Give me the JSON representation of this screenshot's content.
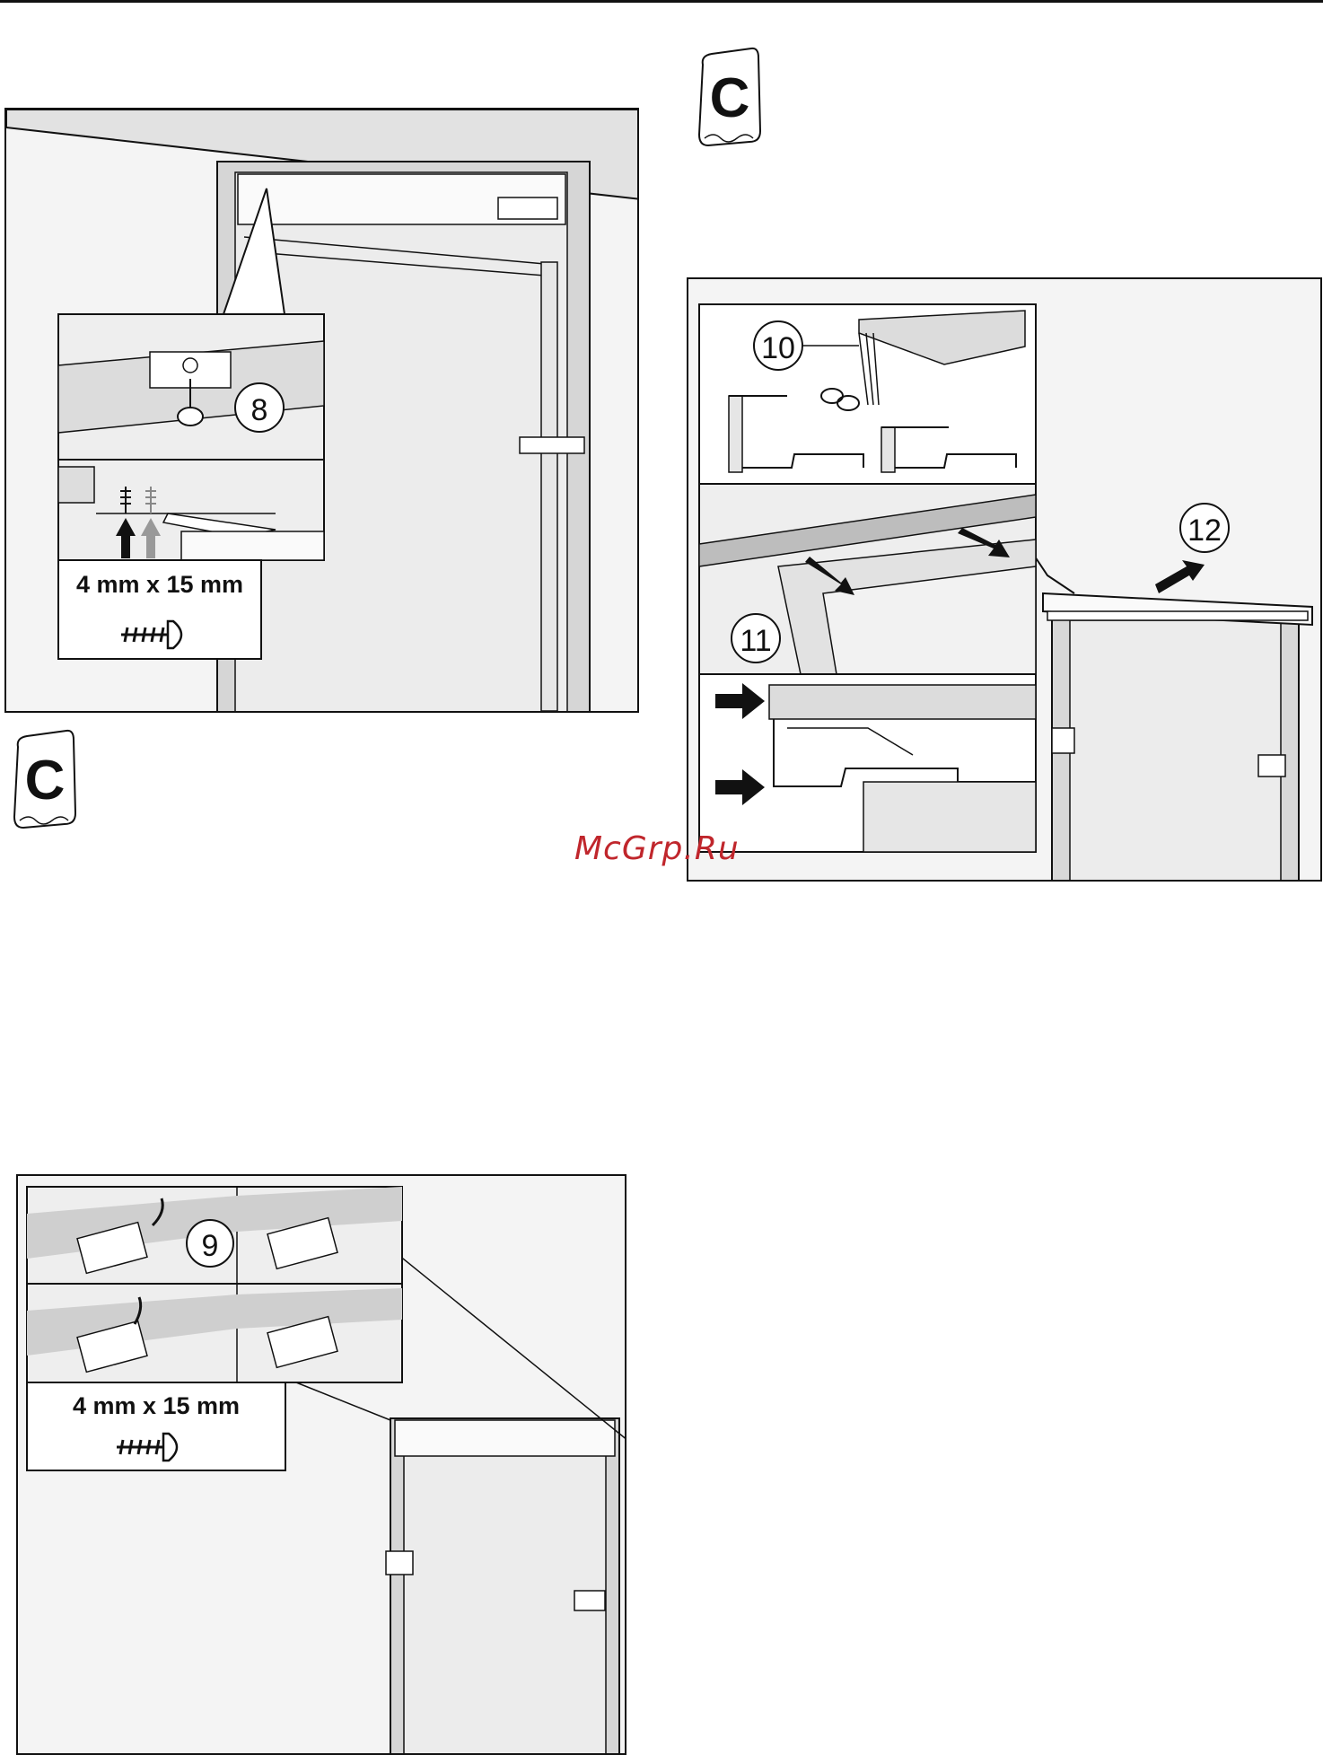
{
  "figures": {
    "fig_top_left": {
      "screw_label": "4 mm x 15 mm",
      "step": "8"
    },
    "fig_bottom_left": {
      "screw_label": "4 mm x 15 mm",
      "step": "9"
    },
    "fig_right": {
      "steps": [
        "10",
        "11",
        "12"
      ]
    }
  },
  "badges": {
    "letter": "C"
  },
  "watermark": "McGrp.Ru",
  "colors": {
    "line": "#111111",
    "panel": "#f4f4f4",
    "wall": "#e4e4e4",
    "door": "#d9d9d9",
    "watermark": "#c0262c"
  }
}
